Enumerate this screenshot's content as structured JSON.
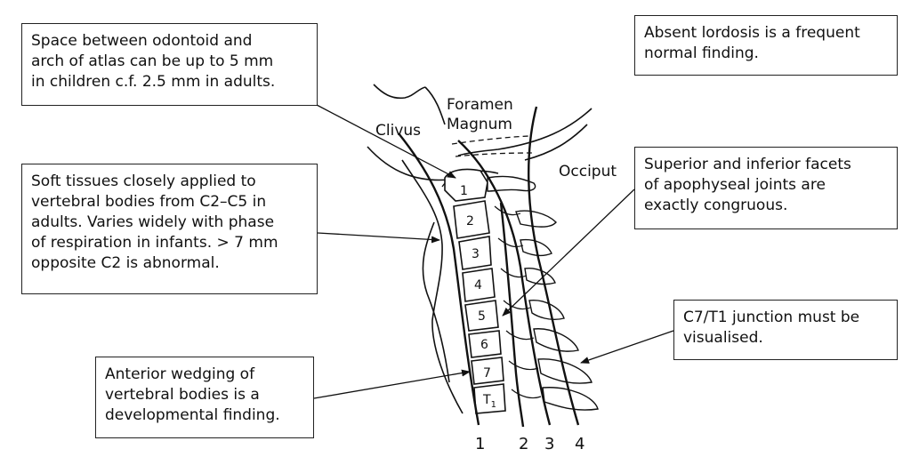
{
  "callouts": {
    "odontoid": [
      "Space between odontoid and",
      "arch of atlas can be up to 5 mm",
      "in children c.f. 2.5 mm in adults."
    ],
    "soft_tissue": [
      "Soft tissues closely applied to",
      "vertebral bodies from C2–C5 in",
      "adults. Varies widely with phase",
      "of respiration in infants. > 7 mm",
      "opposite C2 is abnormal."
    ],
    "wedging": [
      "Anterior wedging of",
      "vertebral bodies is a",
      "developmental finding."
    ],
    "lordosis": [
      "Absent lordosis is a frequent",
      "normal finding."
    ],
    "facets": [
      "Superior and inferior facets",
      "of apophyseal joints are",
      "exactly congruous."
    ],
    "junction": [
      "C7/T1 junction must be",
      "visualised."
    ]
  },
  "labels": {
    "clivus": "Clivus",
    "foramen_line1": "Foramen",
    "foramen_line2": "Magnum",
    "occiput": "Occiput"
  },
  "vertebrae": [
    "1",
    "2",
    "3",
    "4",
    "5",
    "6",
    "7",
    "T"
  ],
  "vertebra_t_sub": "1",
  "line_numbers": [
    "1",
    "2",
    "3",
    "4"
  ]
}
